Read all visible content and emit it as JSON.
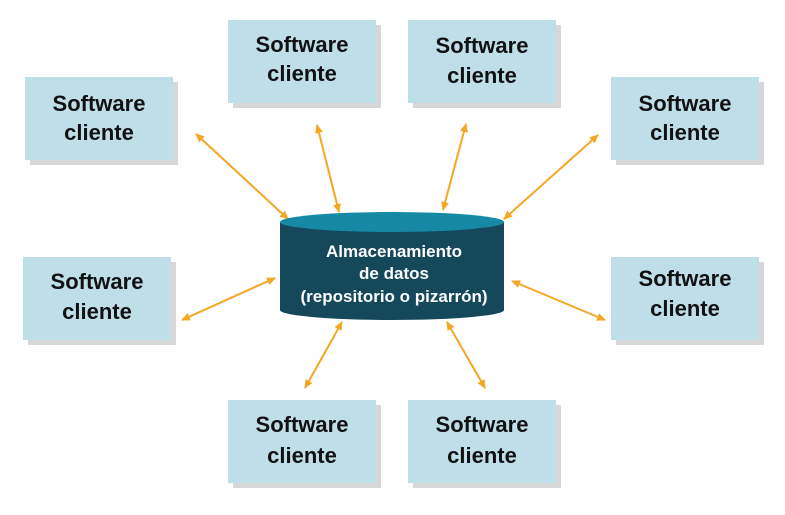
{
  "colors": {
    "client_fill": "#bfdfe8",
    "client_shadow": "#d7d7d7",
    "store_body": "#16485c",
    "store_top": "#168aa4",
    "arrow": "#f5a623"
  },
  "central": {
    "line1": "Almacenamiento",
    "line2": "de datos",
    "line3": "(repositorio o pizarrón)"
  },
  "clients": [
    {
      "line1": "Software",
      "line2": "cliente"
    },
    {
      "line1": "Software",
      "line2": "cliente"
    },
    {
      "line1": "Software",
      "line2": "cliente"
    },
    {
      "line1": "Software",
      "line2": "cliente"
    },
    {
      "line1": "Software",
      "line2": "cliente"
    },
    {
      "line1": "Software",
      "line2": "cliente"
    },
    {
      "line1": "Software",
      "line2": "cliente"
    },
    {
      "line1": "Software",
      "line2": "cliente"
    }
  ]
}
